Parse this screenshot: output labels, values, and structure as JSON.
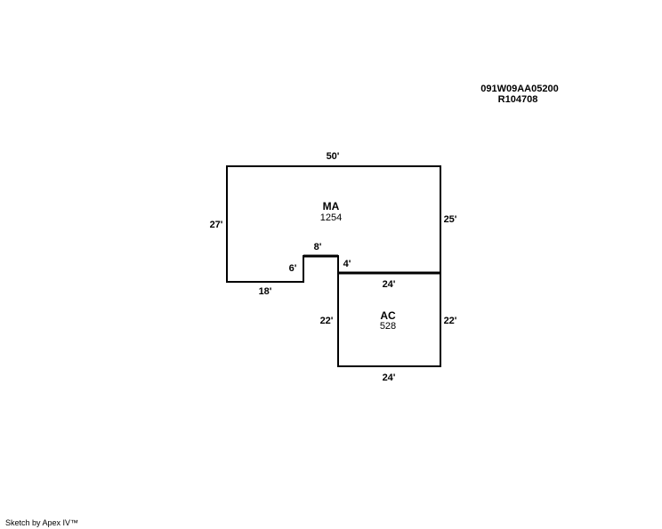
{
  "parcel": {
    "map_number": "091W09AA05200",
    "account_number": "R104708"
  },
  "areas": [
    {
      "code": "MA",
      "size": "1254"
    },
    {
      "code": "AC",
      "size": "528"
    }
  ],
  "dimensions": {
    "ma_top": "50'",
    "ma_left": "27'",
    "ma_right": "25'",
    "ma_bottom": "18'",
    "notch_left": "6'",
    "notch_top": "8'",
    "notch_right": "4'",
    "ac_top": "24'",
    "ac_left": "22'",
    "ac_right": "22'",
    "ac_bottom": "24'"
  },
  "footer": {
    "credit": "Sketch by Apex IV™"
  }
}
